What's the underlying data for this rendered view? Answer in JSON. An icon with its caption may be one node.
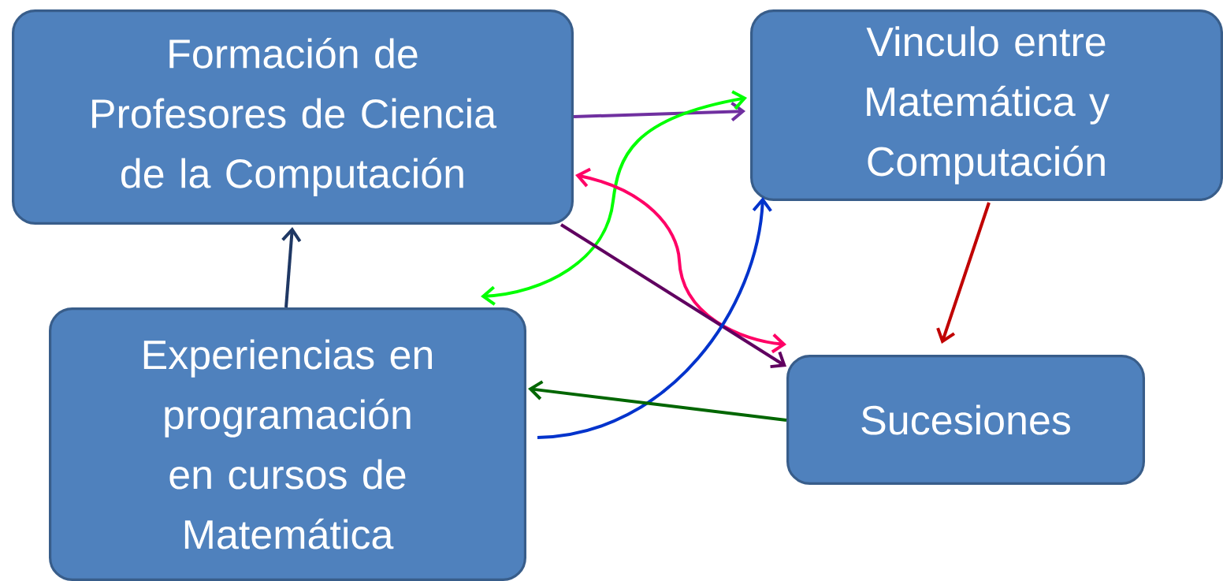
{
  "diagram": {
    "nodes": [
      {
        "text": [
          "Formación de Profesores de Ciencia de la Computación"
        ]
      },
      {
        "text": [
          "Vinculo entre Matemática y Computación"
        ]
      },
      {
        "text": [
          "Experiencias en programación en cursos de Matemática"
        ]
      },
      {
        "text": [
          "Sucesiones"
        ]
      }
    ],
    "edges": [
      {
        "from": 0,
        "to": 1,
        "arrow": "to",
        "color": "#7030a0"
      },
      {
        "from": 1,
        "to": 2,
        "arrow": "both",
        "color": "#00ff00"
      },
      {
        "from": 0,
        "to": 3,
        "arrow": "both",
        "color": "#ff0066"
      },
      {
        "from": 0,
        "to": 3,
        "arrow": "to",
        "color": "#600060"
      },
      {
        "from": 1,
        "to": 3,
        "arrow": "to",
        "color": "#c00000"
      },
      {
        "from": 2,
        "to": 0,
        "arrow": "to",
        "color": "#1f3864"
      },
      {
        "from": 2,
        "to": 1,
        "arrow": "to",
        "color": "#0033cc"
      },
      {
        "from": 3,
        "to": 2,
        "arrow": "to",
        "color": "#006600"
      }
    ]
  }
}
